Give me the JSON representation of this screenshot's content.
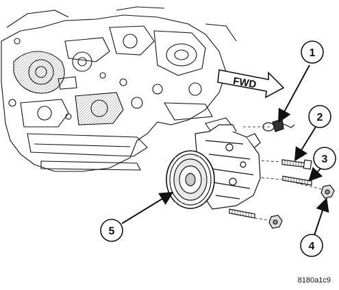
{
  "diagram": {
    "direction_label": "FWD",
    "callouts": [
      {
        "id": "1",
        "part": "bracket"
      },
      {
        "id": "2",
        "part": "bolt"
      },
      {
        "id": "3",
        "part": "stud"
      },
      {
        "id": "4",
        "part": "nut"
      },
      {
        "id": "5",
        "part": "compressor"
      }
    ],
    "figure_code": "8180a1c9"
  },
  "colors": {
    "ink": "#111111",
    "paper": "#ffffff",
    "shade": "#cfcfcf"
  }
}
